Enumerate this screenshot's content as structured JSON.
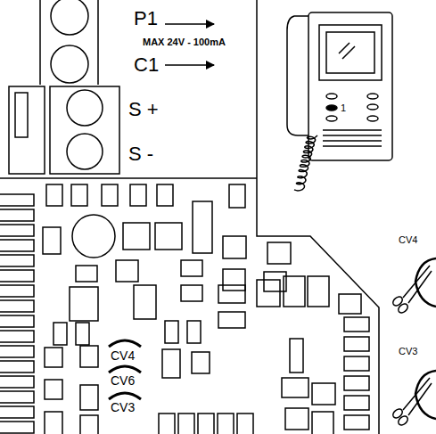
{
  "diagram": {
    "labels": [
      "P1",
      "MAX 24V - 100mA",
      "C1",
      "S +",
      "S -",
      "1",
      "CV4",
      "CV6",
      "CV3",
      "CV4",
      "CV3"
    ]
  }
}
